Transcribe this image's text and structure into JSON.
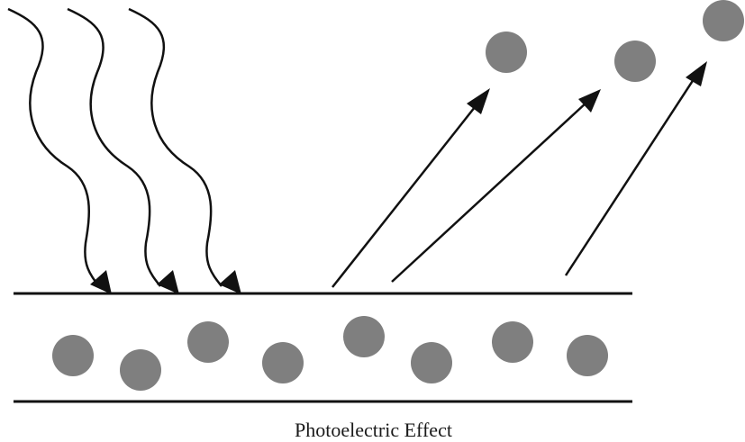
{
  "caption": "Photoelectric Effect",
  "colors": {
    "line": "#111111",
    "electron": "#7f7f7f",
    "background": "#ffffff"
  },
  "counts": {
    "incoming_photons": 3,
    "emitted_electrons": 3,
    "bound_electrons": 8
  }
}
